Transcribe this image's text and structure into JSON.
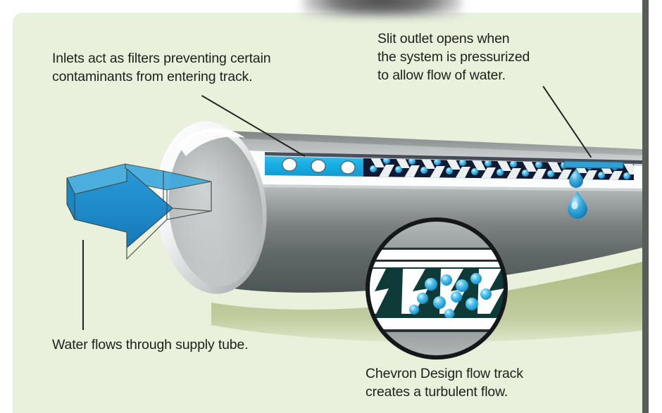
{
  "figure": {
    "subject": "drip irrigation supply tube with Chevron Design flow track",
    "background_color": "#e9f0dc",
    "page_margin_color": "#ffffff",
    "gutter_bar_color": "#595d57"
  },
  "captions": {
    "inlets": "Inlets act as filters preventing certain\ncontaminants from entering track.",
    "slit_outlet": "Slit outlet opens when\nthe system is pressurized\nto allow flow of water.",
    "water_supply": "Water flows through supply tube.",
    "chevron": "Chevron Design flow track\ncreates a turbulent flow."
  },
  "colors": {
    "text": "#1d211b",
    "leader_line": "#23251f",
    "arrow_blue": "#1b87c9",
    "arrow_blue_dark": "#1572ad",
    "inlet_band_cyan": "#1fb5e8",
    "track_navy": "#121a33",
    "track_teal": "#0e3a38",
    "droplet_blue": "#29a6df",
    "droplet_blue_light": "#8fd9f4",
    "pipe_light": "#f2f2f2",
    "pipe_mid": "#b8bcbc",
    "pipe_dark": "#6e7474",
    "shadow_olive": "#aebb83",
    "inset_ring": "#15181a"
  },
  "parts": {
    "inlet_holes_count": 3,
    "inlet_hole_label": "inlet filter hole",
    "slit_outlet_label": "slit outlet",
    "forming_droplet_label": "forming droplet",
    "falling_droplet_label": "falling droplet",
    "flow_arrow_label": "water flow arrow",
    "pipe_label": "supply tube",
    "inset_label": "magnified chevron flow track detail"
  }
}
